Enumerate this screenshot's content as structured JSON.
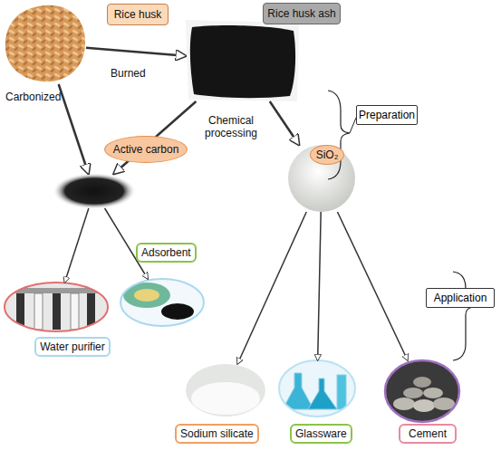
{
  "diagram": {
    "nodes": [
      {
        "text": [
          "Rice husk"
        ]
      },
      {
        "text": [
          "Rice husk ash"
        ]
      },
      {
        "text": [
          "Active carbon"
        ]
      },
      {
        "text": [
          "SiO₂"
        ]
      },
      {
        "text": [
          "Preparation"
        ]
      },
      {
        "text": [
          "Adsorbent"
        ]
      },
      {
        "text": [
          "Application"
        ]
      },
      {
        "text": [
          "Water purifier"
        ]
      },
      {
        "text": [
          "Sodium silicate"
        ]
      },
      {
        "text": [
          "Glassware"
        ]
      },
      {
        "text": [
          "Cement"
        ]
      }
    ],
    "edges": [
      {
        "from": 0,
        "to": 1,
        "label": "Burned",
        "arrow": "to"
      },
      {
        "from": 0,
        "to": 2,
        "label": "Carbonized",
        "arrow": "to"
      },
      {
        "from": 1,
        "to": 2,
        "arrow": "to"
      },
      {
        "from": 1,
        "to": 3,
        "arrow": "to"
      },
      {
        "from": 2,
        "to": 7,
        "arrow": "to"
      },
      {
        "from": 2,
        "to": 5,
        "arrow": "to"
      },
      {
        "from": 3,
        "to": 8,
        "arrow": "to"
      },
      {
        "from": 3,
        "to": 9,
        "arrow": "to"
      },
      {
        "from": 3,
        "to": 10,
        "arrow": "to"
      }
    ],
    "labels": [
      "Chemical processing"
    ]
  }
}
